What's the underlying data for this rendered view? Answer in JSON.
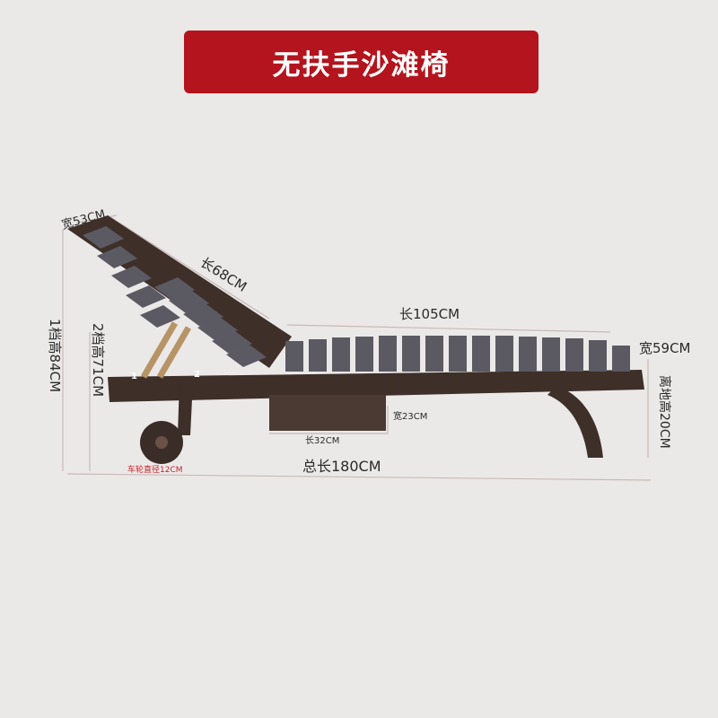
{
  "title": "无扶手沙滩椅",
  "colors": {
    "banner": "#b3141d",
    "wood": "#3e2f29",
    "slat": "#5b5a63",
    "dimension": "#c0242c"
  },
  "dimensions": {
    "back_width": "宽53CM",
    "back_length": "长68CM",
    "seat_length": "长105CM",
    "seat_width": "宽59CM",
    "height_1": "1档高84CM",
    "height_2": "2档高71CM",
    "ground_height": "离地高20CM",
    "tray_width": "宽23CM",
    "tray_length": "长32CM",
    "wheel_diameter": "车轮直径12CM",
    "total_length": "总长180CM"
  },
  "gear_markers": [
    "1",
    "2"
  ]
}
